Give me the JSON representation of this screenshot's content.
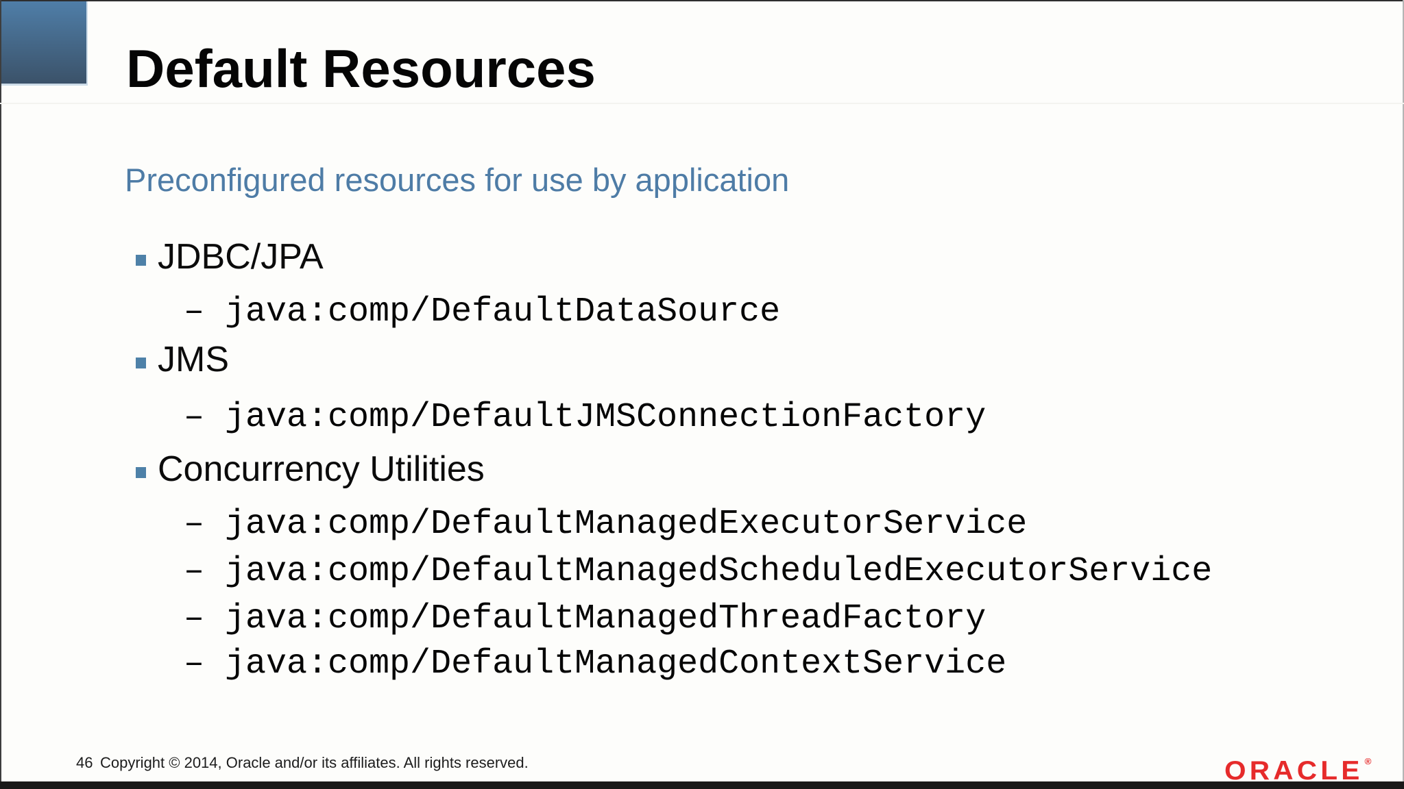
{
  "slide": {
    "title": "Default Resources",
    "subtitle": "Preconfigured resources for use by application",
    "sub_bullet_dash": "–",
    "bullets": [
      {
        "label": "JDBC/JPA",
        "items": [
          "java:comp/DefaultDataSource"
        ]
      },
      {
        "label": "JMS",
        "items": [
          "java:comp/DefaultJMSConnectionFactory"
        ]
      },
      {
        "label": "Concurrency Utilities",
        "items": [
          "java:comp/DefaultManagedExecutorService",
          "java:comp/DefaultManagedScheduledExecutorService",
          "java:comp/DefaultManagedThreadFactory",
          "java:comp/DefaultManagedContextService"
        ]
      }
    ],
    "footer": {
      "page_number": "46",
      "copyright": "Copyright © 2014, Oracle and/or its affiliates. All rights reserved."
    },
    "logo": {
      "text": "ORACLE",
      "registered_mark": "®"
    },
    "colors": {
      "background": "#fdfdfb",
      "accent_blue_text": "#4e7ca6",
      "bullet_square_blue": "#4e81a8",
      "corner_gradient_top": "#4f7ea8",
      "corner_gradient_bottom": "#3b5269",
      "oracle_red": "#e62b2b",
      "bottom_bar_black": "#191919"
    }
  }
}
